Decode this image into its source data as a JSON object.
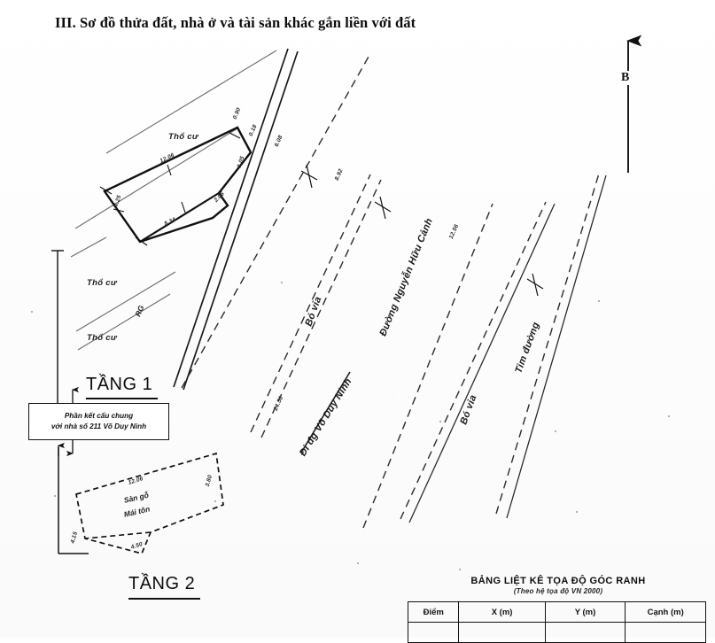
{
  "document": {
    "title": "III. Sơ đồ thửa đất, nhà ở và tài sản khác gắn liền với đất"
  },
  "compass": {
    "label": "B",
    "icon": "north-arrow-icon"
  },
  "map_labels": {
    "tho_cu_1": "Thổ cư",
    "tho_cu_2": "Thổ cư",
    "tho_cu_3": "Thổ cư",
    "rg": "RG",
    "bo_via_left": "Bó vỉa",
    "bo_via_right": "Bó vỉa",
    "tim_duong": "Tim đường",
    "duong_nguyen_huu_canh": "Đường Nguyễn Hữu Cảnh",
    "di_dg_vo_duy_ninh": "Đi đg Võ Duy Ninh",
    "san_go": "Sàn gỗ",
    "mai_ton": "Mái tôn"
  },
  "floors": {
    "floor1_title": "TẦNG 1",
    "floor2_title": "TẦNG 2"
  },
  "note_box": {
    "line1": "Phần kết cấu chung",
    "line2": "với nhà số 211 Võ Duy Ninh"
  },
  "dimensions": {
    "d_0_90": "0.90",
    "d_0_18": "0.18",
    "d_6_08": "6.08",
    "d_12_06": "12.06",
    "d_4_25": "4.25",
    "d_8_34": "8.34",
    "d_3_05": "3.05",
    "d_2_06": "2.06",
    "d_8_92": "8.92",
    "d_12_56": "12.56",
    "d_24_50": "24.50",
    "f2_12_06": "12.06",
    "f2_4_50": "4.50",
    "f2_3_80": "3.80",
    "f2_4_15": "4.15"
  },
  "coord_table": {
    "title": "BẢNG LIỆT KÊ TỌA ĐỘ GÓC RANH",
    "subtitle": "(Theo hệ tọa độ VN 2000)",
    "headers": [
      "Điểm",
      "X (m)",
      "Y (m)",
      "Cạnh (m)"
    ]
  },
  "colors": {
    "ink": "#111111",
    "paper": "#ffffff",
    "faint": "#555555"
  }
}
